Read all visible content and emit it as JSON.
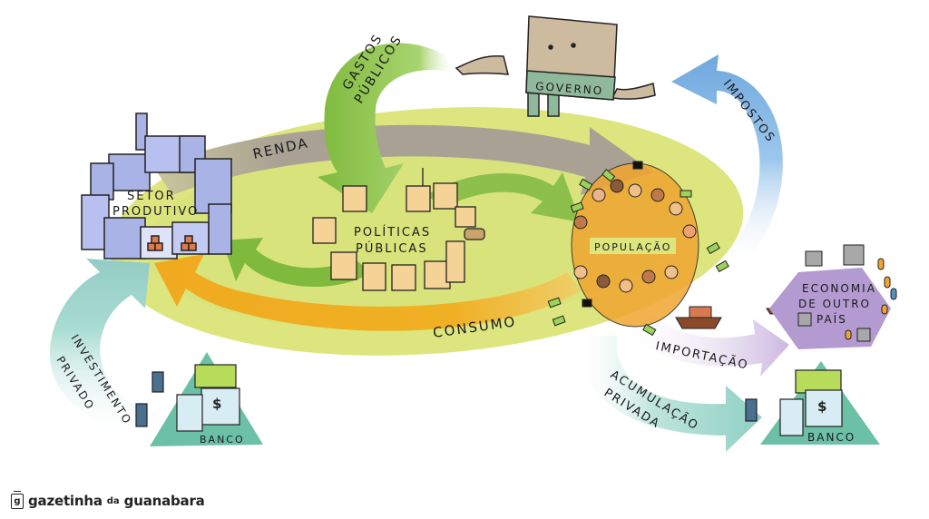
{
  "diagram": {
    "title": "Fluxo circular da economia",
    "nodes": {
      "governo": "GOVERNO",
      "setor_produtivo": [
        "SETOR",
        "PRODUTIVO"
      ],
      "politicas_publicas": [
        "POLÍTICAS",
        "PÚBLICAS"
      ],
      "populacao": "POPULAÇÃO",
      "economia_outro_pais": [
        "ECONOMIA",
        "DE OUTRO",
        "PAÍS"
      ],
      "banco_left": "BANCO",
      "banco_right": "BANCO"
    },
    "flows": {
      "renda": "RENDA",
      "gastos_publicos": [
        "GASTOS",
        "PÚBLICOS"
      ],
      "impostos": "IMPOSTOS",
      "consumo": "CONSUMO",
      "importacao": "IMPORTAÇÃO",
      "acumulacao_privada": [
        "ACUMULAÇÃO",
        "PRIVADA"
      ],
      "investimento_privado": [
        "INVESTIMENTO",
        "PRIVADO"
      ]
    },
    "edges": [
      {
        "from": "setor_produtivo",
        "to": "populacao",
        "label": "RENDA"
      },
      {
        "from": "governo",
        "to": "politicas_publicas",
        "label": "GASTOS PÚBLICOS"
      },
      {
        "from": "politicas_publicas",
        "to": "populacao",
        "label": ""
      },
      {
        "from": "politicas_publicas",
        "to": "setor_produtivo",
        "label": ""
      },
      {
        "from": "populacao",
        "to": "governo",
        "label": "IMPOSTOS"
      },
      {
        "from": "populacao",
        "to": "setor_produtivo",
        "label": "CONSUMO"
      },
      {
        "from": "populacao",
        "to": "economia_outro_pais",
        "label": "IMPORTAÇÃO"
      },
      {
        "from": "populacao",
        "to": "banco_right",
        "label": "ACUMULAÇÃO PRIVADA"
      },
      {
        "from": "banco_left",
        "to": "setor_produtivo",
        "label": "INVESTIMENTO PRIVADO"
      }
    ],
    "colors": {
      "ellipse": "#dde57e",
      "renda": "#a9a294",
      "gastos": "#7fba3c",
      "impostos": "#74aee0",
      "consumo": "#f0b024",
      "importacao": "#cdb8e0",
      "acumulacao": "#8fd0c4",
      "investimento": "#9fd6cc",
      "governo_body": "#cdbba0",
      "governo_band": "#8fb99a",
      "buildings": "#a9b3e6",
      "public_buildings": "#f5d396",
      "foreign": "#b39ad0",
      "bank_triangle": "#6cc0a6"
    }
  },
  "brand": {
    "logo_letter": "g",
    "name_1": "gazetinha",
    "name_2": "da",
    "name_3": "guanabara"
  }
}
